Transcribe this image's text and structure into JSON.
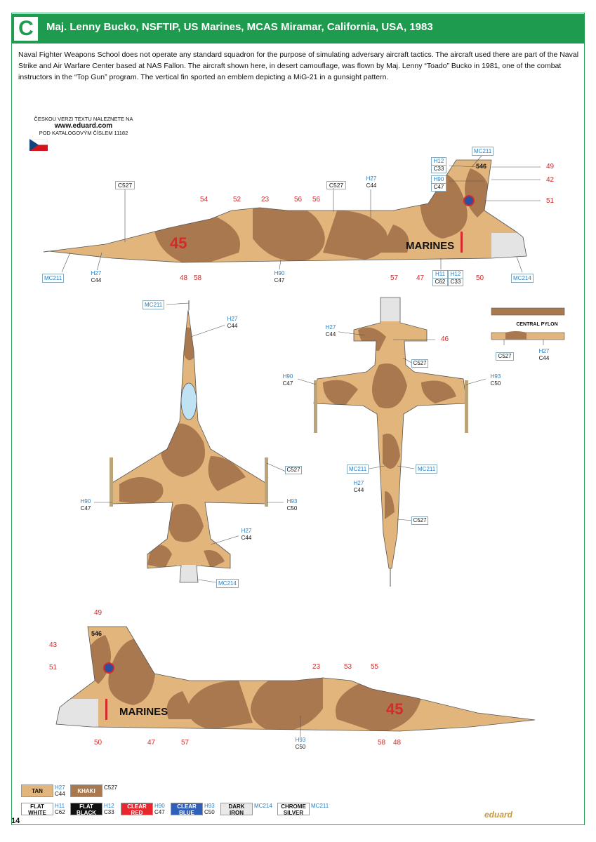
{
  "header": {
    "letter": "C",
    "title": "Maj. Lenny Bucko, NSFTIP, US Marines, MCAS Miramar, California, USA, 1983"
  },
  "description": "Naval Fighter Weapons School does not operate any standard squadron for the purpose of simulating adversary aircraft tactics. The aircraft used there are part of the Naval Strike and Air Warfare Center based at NAS Fallon. The aircraft shown here, in desert camouflage, was flown by Maj. Lenny “Toado” Bucko in 1981, one of the combat instructors in the “Top Gun” program.  The vertical fin sported an emblem depicting a MiG-21 in a gunsight pattern.",
  "czech_note": {
    "line1": "ČESKOU VERZI TEXTU NALEZNETE NA",
    "url": "www.eduard.com",
    "line2": "POD KATALOGOVÝM ČÍSLEM 11182"
  },
  "markings": {
    "fin_number": "546",
    "nose_number": "45",
    "fuselage_text": "MARINES"
  },
  "colors": {
    "tan": "#e2b57c",
    "khaki": "#a9784f",
    "green": "#1e9b4f",
    "red": "#d42a2a",
    "blue": "#2a7ec2"
  },
  "callouts": {
    "top": {
      "mc211_fin": "MC211",
      "h12": "H12",
      "c33": "C33",
      "h90": "H90",
      "c47": "C47",
      "c527_nose": "C527",
      "c527_mid": "C527",
      "h27": "H27",
      "c44": "C44",
      "mc211_nose": "MC211",
      "h27b": "H27",
      "c44b": "C44",
      "h90b": "H90",
      "c47b": "C47",
      "h11": "H11",
      "c62": "C62",
      "h12b": "H12",
      "c33b": "C33",
      "mc214": "MC214",
      "n49": "49",
      "n42": "42",
      "n51": "51",
      "n54": "54",
      "n52": "52",
      "n23": "23",
      "n56a": "56",
      "n56b": "56",
      "n48": "48",
      "n58": "58",
      "n57": "57",
      "n47": "47",
      "n50": "50"
    },
    "plan": {
      "mc211": "MC211",
      "h27": "H27",
      "c44": "C44",
      "c527": "C527",
      "h90": "H90",
      "c47": "C47",
      "h93": "H93",
      "c50": "C50",
      "h27b": "H27",
      "c44b": "C44",
      "mc214": "MC214"
    },
    "under": {
      "h27": "H27",
      "c44": "C44",
      "n46": "46",
      "c527": "C527",
      "h90": "H90",
      "c47": "C47",
      "h93": "H93",
      "c50": "C50",
      "mc211a": "MC211",
      "mc211b": "MC211",
      "h27b": "H27",
      "c44b": "C44",
      "c527b": "C527"
    },
    "pylon": {
      "label": "CENTRAL PYLON",
      "c527": "C527",
      "h27": "H27",
      "c44": "C44"
    },
    "bottom": {
      "n49": "49",
      "n43": "43",
      "n51": "51",
      "n23": "23",
      "n53": "53",
      "n55": "55",
      "n50": "50",
      "n47": "47",
      "n57": "57",
      "n58": "58",
      "n48": "48",
      "h93": "H93",
      "c50": "C50"
    }
  },
  "legend": [
    {
      "name": "TAN",
      "h": "H27",
      "c": "C44",
      "bg": "#e2b57c",
      "fg": "#111"
    },
    {
      "name": "KHAKI",
      "h": "",
      "c": "C527",
      "bg": "#a9784f",
      "fg": "#fff"
    },
    {
      "name": "FLAT WHITE",
      "h": "H11",
      "c": "C62",
      "bg": "#ffffff",
      "fg": "#111"
    },
    {
      "name": "FLAT BLACK",
      "h": "H12",
      "c": "C33",
      "bg": "#111111",
      "fg": "#fff"
    },
    {
      "name": "CLEAR RED",
      "h": "H90",
      "c": "C47",
      "bg": "#e8262e",
      "fg": "#fff"
    },
    {
      "name": "CLEAR BLUE",
      "h": "H93",
      "c": "C50",
      "bg": "#2f5fb8",
      "fg": "#fff"
    },
    {
      "name": "DARK IRON",
      "h": "MC214",
      "c": "",
      "bg": "#e9e9e9",
      "fg": "#111"
    },
    {
      "name": "CHROME SILVER",
      "h": "MC211",
      "c": "",
      "bg": "#ffffff",
      "fg": "#111"
    }
  ],
  "footer": {
    "page": "14",
    "brand": "eduard"
  }
}
